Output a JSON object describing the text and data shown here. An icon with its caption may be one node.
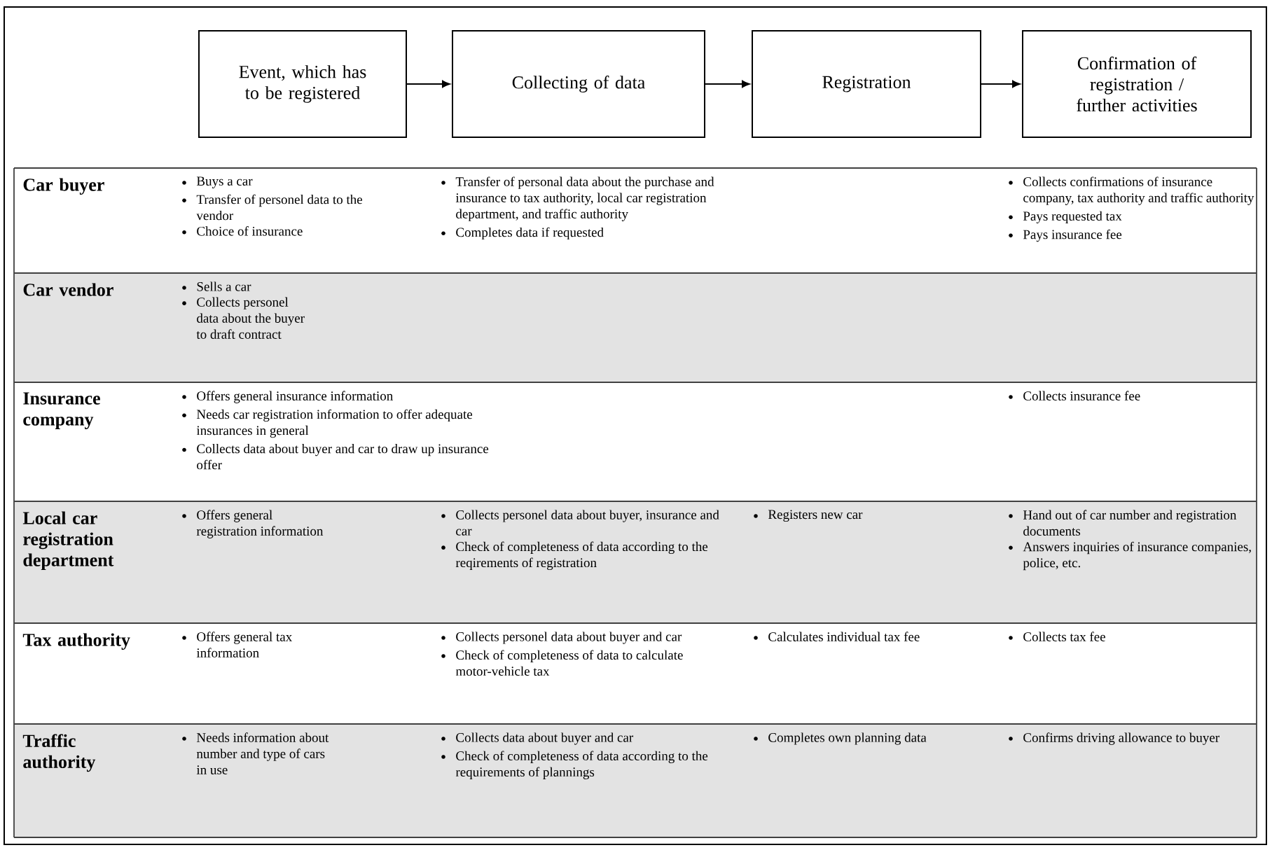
{
  "diagram": {
    "nodes": [
      {
        "text": [
          "Event, which has to be registered"
        ]
      },
      {
        "text": [
          "Collecting of data"
        ]
      },
      {
        "text": [
          "Registration"
        ]
      },
      {
        "text": [
          "Confirmation of registration / further activities"
        ]
      }
    ],
    "edges": [
      {
        "from": 0,
        "to": 1,
        "arrow": "to"
      },
      {
        "from": 1,
        "to": 2,
        "arrow": "to"
      },
      {
        "from": 2,
        "to": 3,
        "arrow": "to"
      }
    ],
    "labels": [
      "Car buyer",
      "Buys a car",
      "Transfer of personel data to the vendor",
      "Choice of insurance",
      "Transfer of personal data about the purchase and insurance to tax authority, local car registration department, and traffic authority",
      "Completes data if requested",
      "Collects confirmations of insurance company, tax authority and traffic authority",
      "Pays requested tax",
      "Pays insurance fee",
      "Car vendor",
      "Sells a car",
      "Collects personel data about the buyer to draft contract",
      "Insurance company",
      "Offers general insurance information",
      "Needs car registration information to offer adequate insurances in general",
      "Collects data about buyer and car to draw up insurance offer",
      "Collects insurance fee",
      "Local car registration department",
      "Offers general registration information",
      "Collects personel data about buyer, insurance and car",
      "Check of completeness of data according to the reqirements of registration",
      "Registers new car",
      "Hand out of car number and registration documents",
      "Answers inquiries of insurance companies, police, etc.",
      "Tax authority",
      "Offers general tax information",
      "Collects personel data about buyer and car",
      "Check of completeness of data to calculate motor-vehicle tax",
      "Calculates individual tax fee",
      "Collects tax fee",
      "Traffic authority",
      "Needs information about number and type of cars in use",
      "Collects data about buyer and car",
      "Check of completeness of data according to the requirements of plannings",
      "Completes own planning data",
      "Confirms driving allowance to buyer"
    ]
  }
}
